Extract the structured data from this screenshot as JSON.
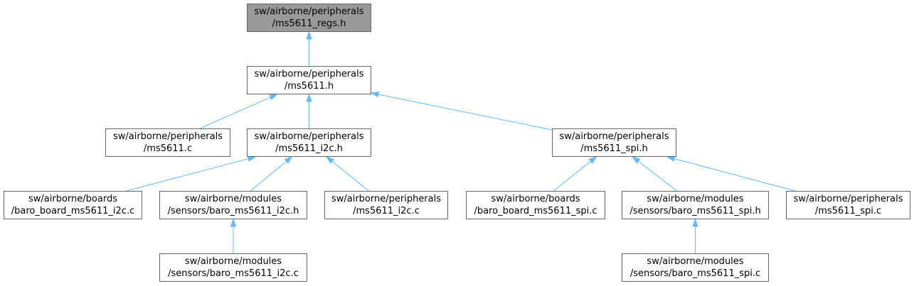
{
  "nodes": {
    "regs": {
      "line1": "sw/airborne/peripherals",
      "line2": "/ms5611_regs.h"
    },
    "ms5611_h": {
      "line1": "sw/airborne/peripherals",
      "line2": "/ms5611.h"
    },
    "ms5611_c": {
      "line1": "sw/airborne/peripherals",
      "line2": "/ms5611.c"
    },
    "i2c_h": {
      "line1": "sw/airborne/peripherals",
      "line2": "/ms5611_i2c.h"
    },
    "spi_h": {
      "line1": "sw/airborne/peripherals",
      "line2": "/ms5611_spi.h"
    },
    "board_i2c": {
      "line1": "sw/airborne/boards",
      "line2": "/baro_board_ms5611_i2c.c"
    },
    "mod_i2c_h": {
      "line1": "sw/airborne/modules",
      "line2": "/sensors/baro_ms5611_i2c.h"
    },
    "periph_i2c_c": {
      "line1": "sw/airborne/peripherals",
      "line2": "/ms5611_i2c.c"
    },
    "board_spi": {
      "line1": "sw/airborne/boards",
      "line2": "/baro_board_ms5611_spi.c"
    },
    "mod_spi_h": {
      "line1": "sw/airborne/modules",
      "line2": "/sensors/baro_ms5611_spi.h"
    },
    "periph_spi_c": {
      "line1": "sw/airborne/peripherals",
      "line2": "/ms5611_spi.c"
    },
    "mod_i2c_c": {
      "line1": "sw/airborne/modules",
      "line2": "/sensors/baro_ms5611_i2c.c"
    },
    "mod_spi_c": {
      "line1": "sw/airborne/modules",
      "line2": "/sensors/baro_ms5611_spi.c"
    }
  },
  "edges": [
    {
      "from": "ms5611_h",
      "to": "regs"
    },
    {
      "from": "ms5611_c",
      "to": "ms5611_h"
    },
    {
      "from": "i2c_h",
      "to": "ms5611_h"
    },
    {
      "from": "spi_h",
      "to": "ms5611_h"
    },
    {
      "from": "board_i2c",
      "to": "i2c_h"
    },
    {
      "from": "mod_i2c_h",
      "to": "i2c_h"
    },
    {
      "from": "periph_i2c_c",
      "to": "i2c_h"
    },
    {
      "from": "mod_i2c_c",
      "to": "mod_i2c_h"
    },
    {
      "from": "board_spi",
      "to": "spi_h"
    },
    {
      "from": "mod_spi_h",
      "to": "spi_h"
    },
    {
      "from": "periph_spi_c",
      "to": "spi_h"
    },
    {
      "from": "mod_spi_c",
      "to": "mod_spi_h"
    }
  ],
  "colors": {
    "edge": "#63b8ff",
    "node_border": "#666666",
    "root_fill": "#999999",
    "node_fill": "#ffffff"
  }
}
